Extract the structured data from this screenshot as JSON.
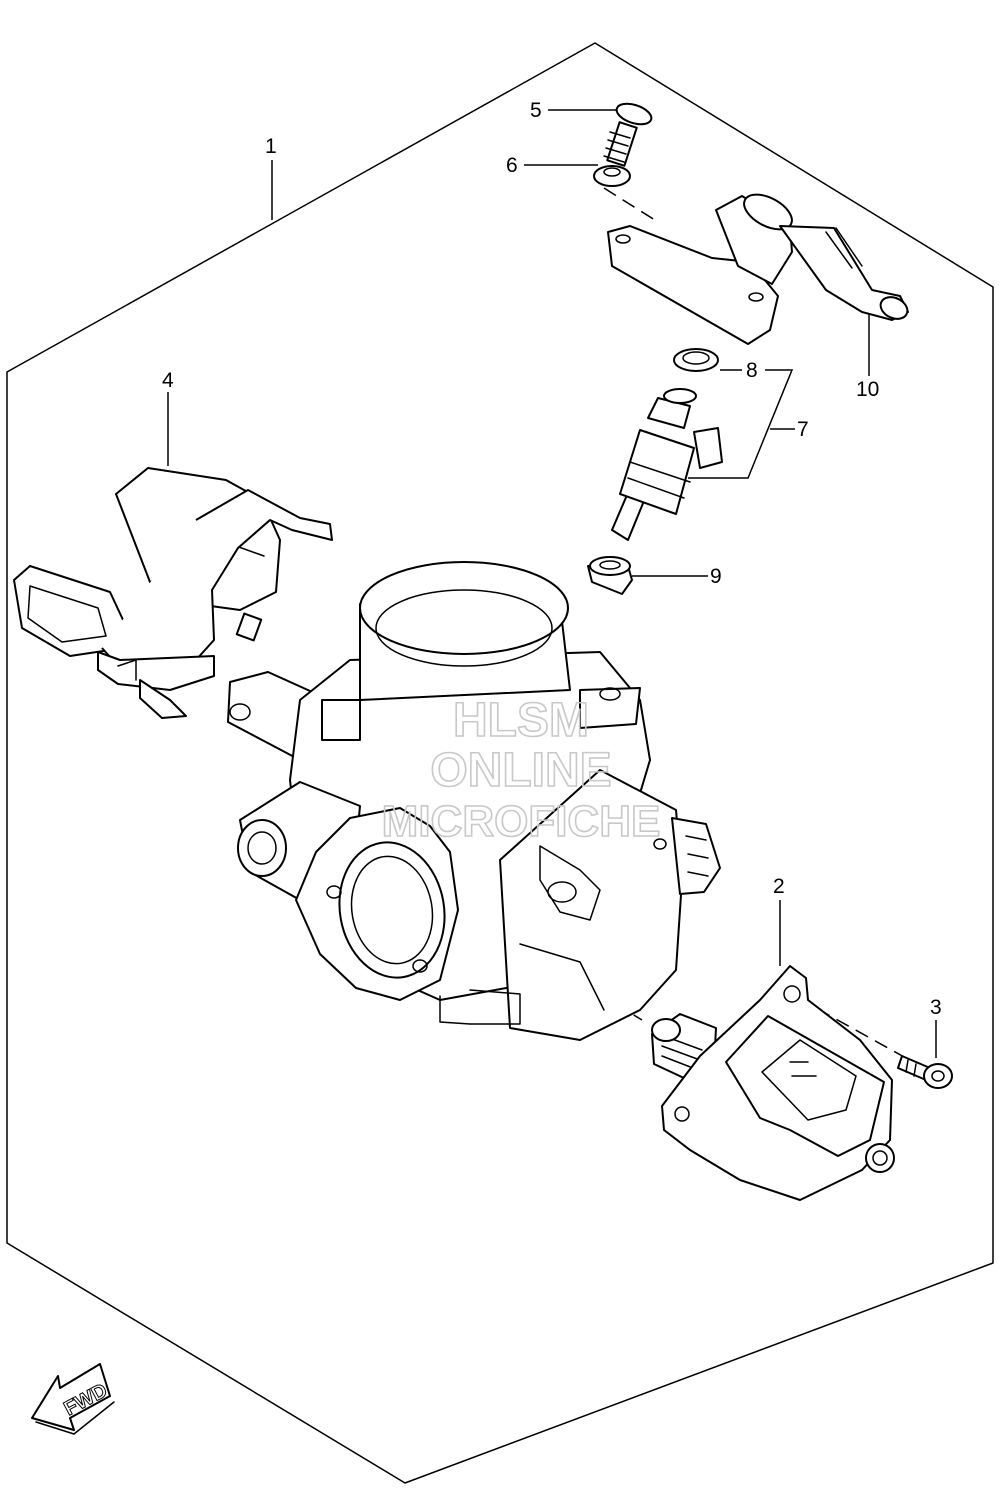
{
  "callouts": {
    "c1": "1",
    "c2": "2",
    "c3": "3",
    "c4": "4",
    "c5": "5",
    "c6": "6",
    "c7": "7",
    "c8": "8",
    "c9": "9",
    "c10": "10"
  },
  "watermark": {
    "line1": "HLSM",
    "line2": "ONLINE",
    "line3": "MICROFICHE"
  },
  "direction_badge": "FWD"
}
